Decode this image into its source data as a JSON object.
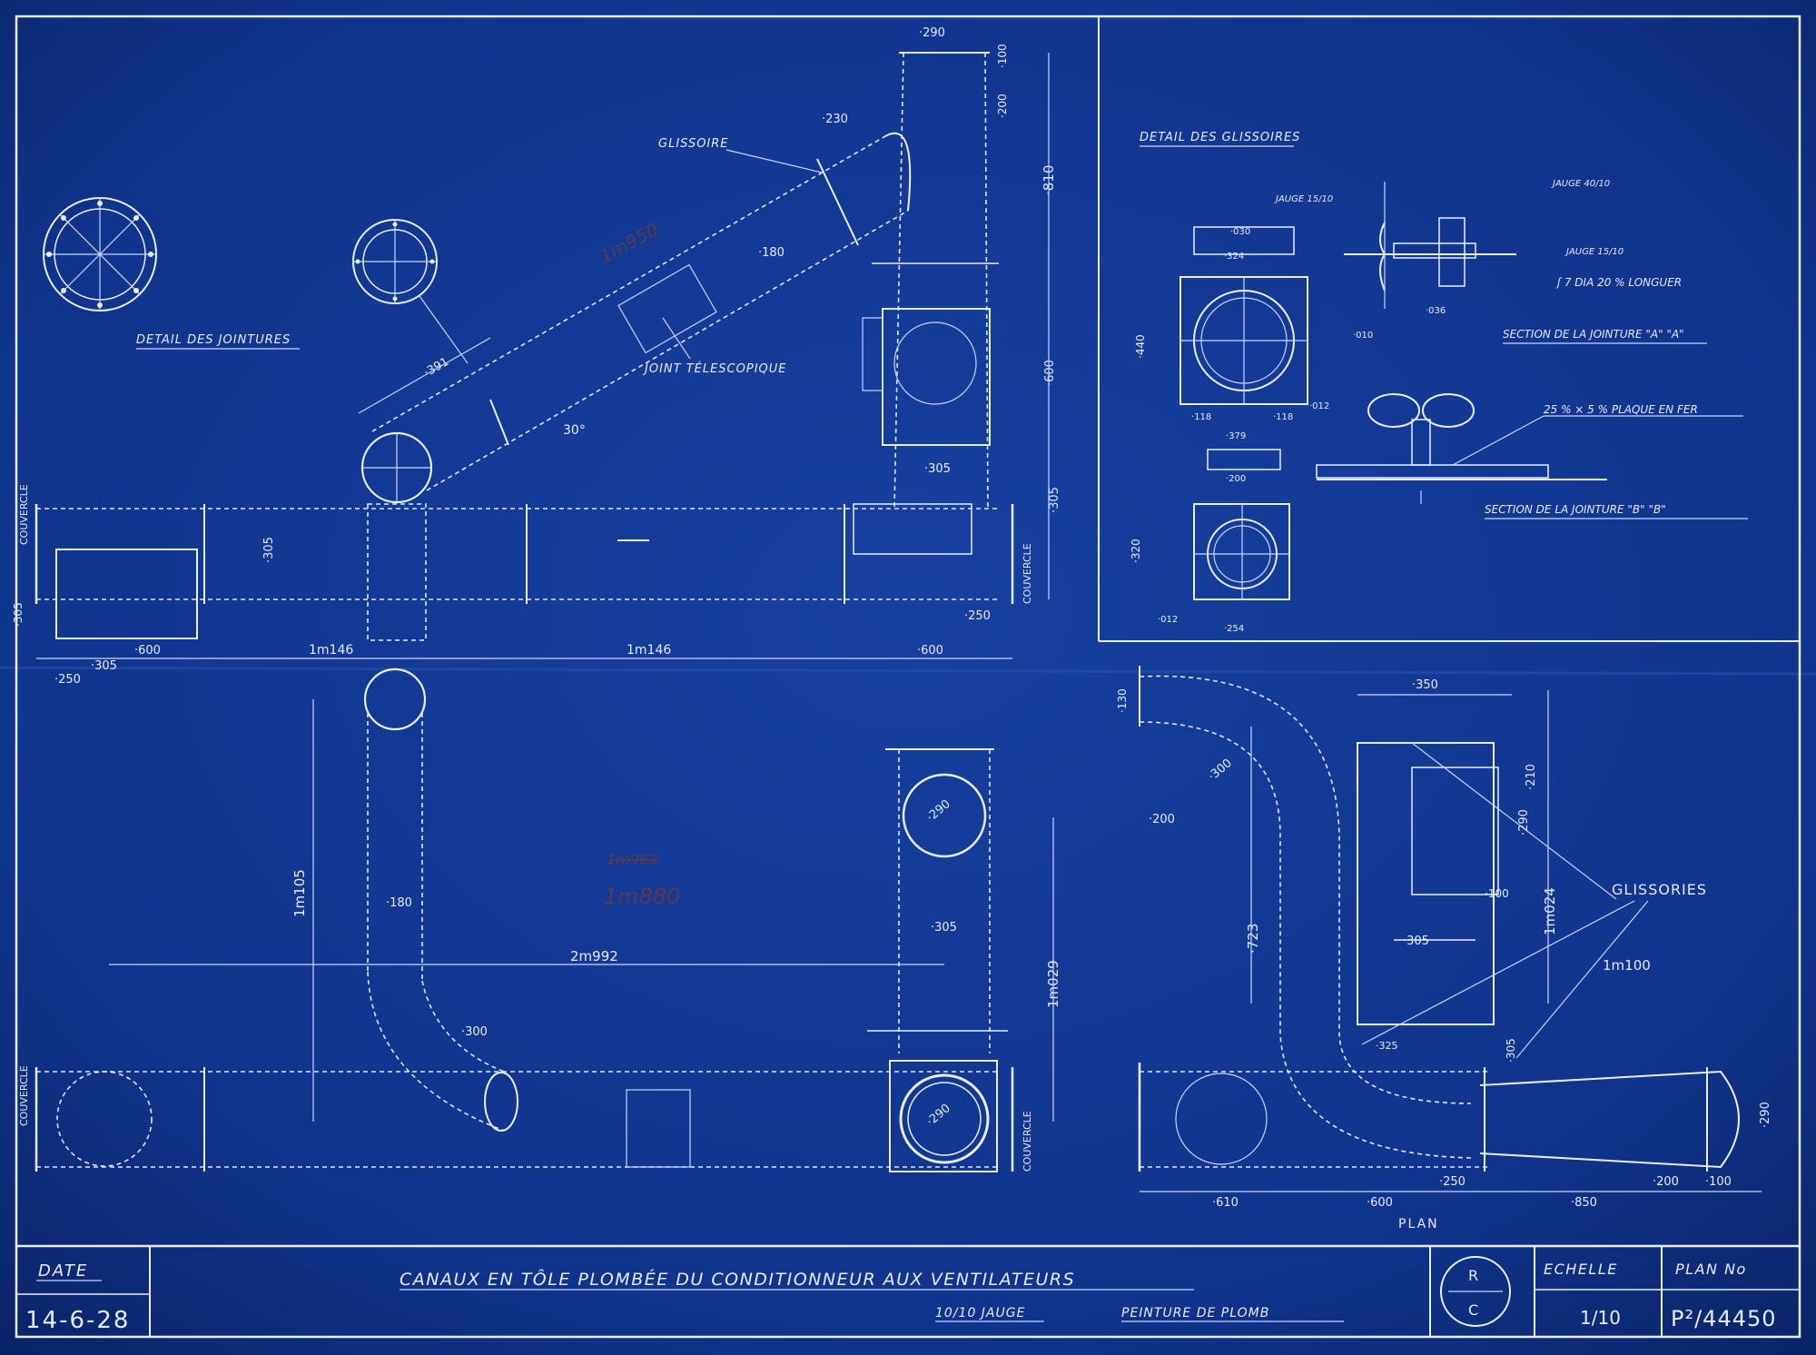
{
  "sheet": {
    "detail_joints": "DETAIL DES JOINTURES",
    "detail_slides": "DETAIL DES GLISSOIRES",
    "label_glissoire": "GLISSOIRE",
    "label_joint": "JOINT TÉLESCOPIQUE",
    "label_glissories": "GLISSORIES",
    "label_plan": "PLAN",
    "label_couvercle": "COUVERCLE",
    "label_jauge_15": "JAUGE 15/10",
    "label_jauge_40": "JAUGE 40/10",
    "label_jauge_15b": "JAUGE 15/10",
    "label_bolt": "ʃ 7 DIA 20 % LONGUER",
    "section_aa": "SECTION DE LA JOINTURE \"A\" \"A\"",
    "label_plate": "25 % × 5 % PLAQUE EN FER",
    "section_bb": "SECTION DE LA JOINTURE \"B\" \"B\""
  },
  "dims": {
    "d290_top": "·290",
    "d100_top": "·100",
    "d200_top": "·200",
    "d810": "·810",
    "d600": "·600",
    "d305_right": "·305",
    "d305_sq": "·305",
    "d230": "·230",
    "d180_a": "·180",
    "d1m950": "1m950",
    "d391": "·391",
    "d30deg": "30°",
    "d305_duct": "·305",
    "d305_left": "·305",
    "d600_a": "·600",
    "d305_b": "·305",
    "d250_a": "·250",
    "d1m146_a": "1m146",
    "d1m146_b": "1m146",
    "d600_b": "·600",
    "d250_b": "·250",
    "d1m105": "1m105",
    "d180_b": "·180",
    "d2m992": "2m992",
    "d1m963": "1m963",
    "d1m880": "1m880",
    "d300_a": "·300",
    "d290_c": "·290",
    "d305_c": "·305",
    "d1m029": "1m029",
    "d290_d": "·290",
    "d130": "·130",
    "d300_b": "·300",
    "d200_b": "·200",
    "d723": "·723",
    "d350": "·350",
    "d210": "·210",
    "d290_e": "·290",
    "d100_b": "·100",
    "d1m024": "1m024",
    "d305_d": "·305",
    "d1m100": "1m100",
    "d305_e": "·305",
    "d325": "·325",
    "d290_f": "·290",
    "d610": "·610",
    "d600_c": "·600",
    "d250_c": "·250",
    "d850": "·850",
    "d200_c": "·200",
    "d100_c": "·100",
    "d030": "·030",
    "d324": "·324",
    "d440": "·440",
    "d118_a": "·118",
    "d118_b": "·118",
    "d012": "·012",
    "d379": "·379",
    "d200_d": "·200",
    "d320": "·320",
    "d254": "·254",
    "d036": "·036",
    "d010": "·010",
    "d012b": "·012"
  },
  "title_block": {
    "date_label": "DATE",
    "date_value": "14-6-28",
    "title": "CANAUX EN TÔLE PLOMBÉE DU CONDITIONNEUR AUX VENTILATEURS",
    "subtitle_gauge": "10/10 JAUGE",
    "subtitle_paint": "PEINTURE DE PLOMB",
    "stamp_r": "R",
    "stamp_c": "C",
    "scale_label": "ECHELLE",
    "scale_value": "1/10",
    "plan_label": "PLAN No",
    "plan_value": "P²/44450"
  },
  "colors": {
    "paper": "#0d2f82",
    "ink": "#e9eeff",
    "pencil": "#5a3a50"
  }
}
